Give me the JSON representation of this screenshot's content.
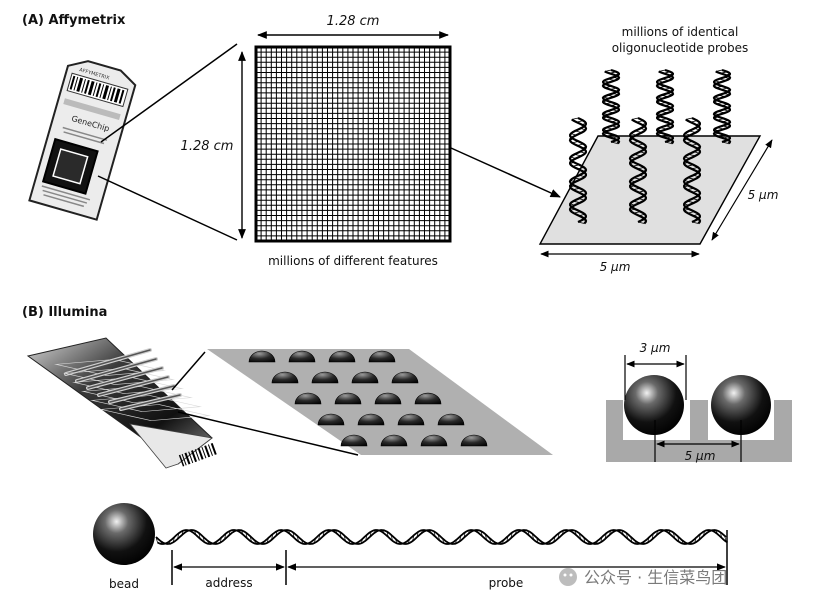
{
  "panel_a": {
    "heading": "(A) Affymetrix",
    "chip_brand": "GeneChip",
    "chip_maker": "AFFYMETRIX",
    "width_label": "1.28 cm",
    "height_label": "1.28 cm",
    "features_caption": "millions of different features",
    "probes_caption_line1": "millions of identical",
    "probes_caption_line2": "oligonucleotide probes",
    "feature_width_label": "5 μm",
    "feature_depth_label": "5 μm"
  },
  "panel_b": {
    "heading": "(B) Illumina",
    "bead_diameter_label": "3 μm",
    "bead_spacing_label": "5 μm",
    "bead_label": "bead",
    "address_label": "address",
    "probe_label": "probe"
  },
  "watermark": {
    "text": "公众号 · 生信菜鸟团"
  }
}
